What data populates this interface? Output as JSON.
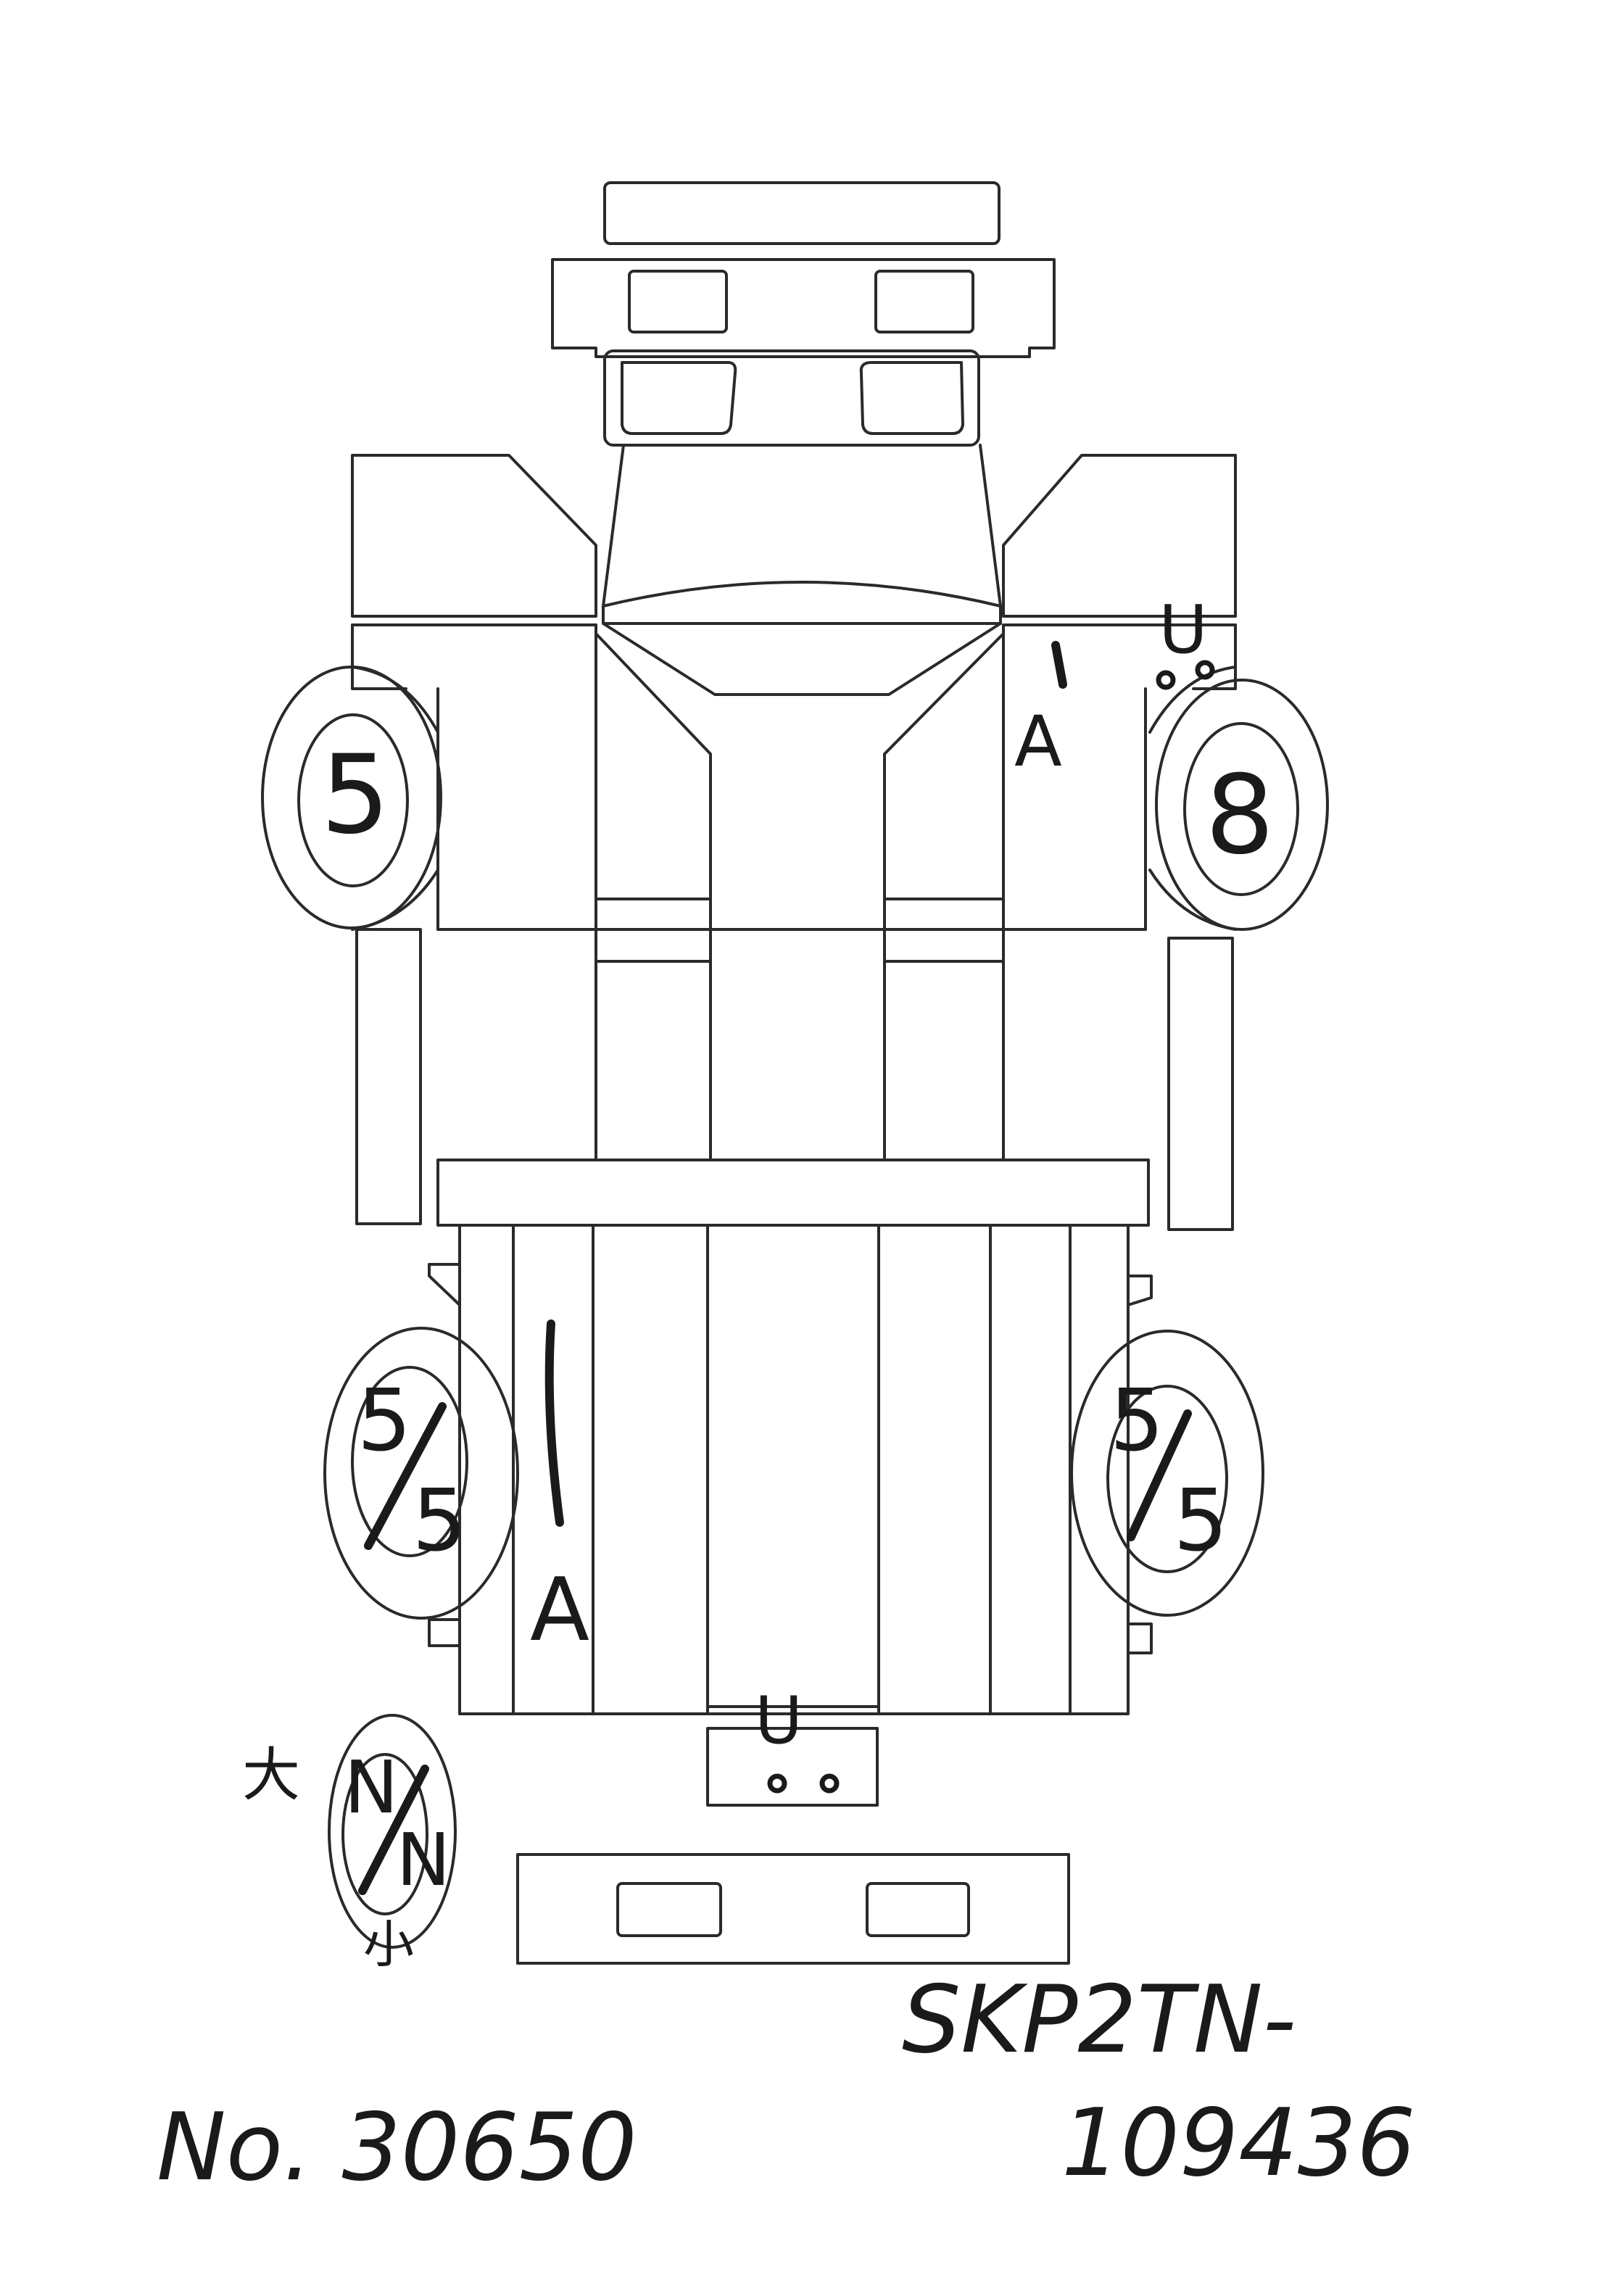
{
  "diagram": {
    "front_wheel_left": "5",
    "front_wheel_right": "8",
    "rear_wheel_left": {
      "top": "5",
      "bottom": "5"
    },
    "rear_wheel_right": {
      "top": "5",
      "bottom": "5"
    },
    "spare_tire": {
      "top": "N",
      "bottom": "N",
      "left_note": "大",
      "bottom_note": "小"
    },
    "damage_marks": {
      "front_right_panel": "A",
      "rear_left_bed": "A",
      "front_right_corner": "U",
      "rear_center": "U"
    },
    "record_number": "No. 30650",
    "chassis_line1": "SKP2TN-",
    "chassis_line2": "109436"
  }
}
